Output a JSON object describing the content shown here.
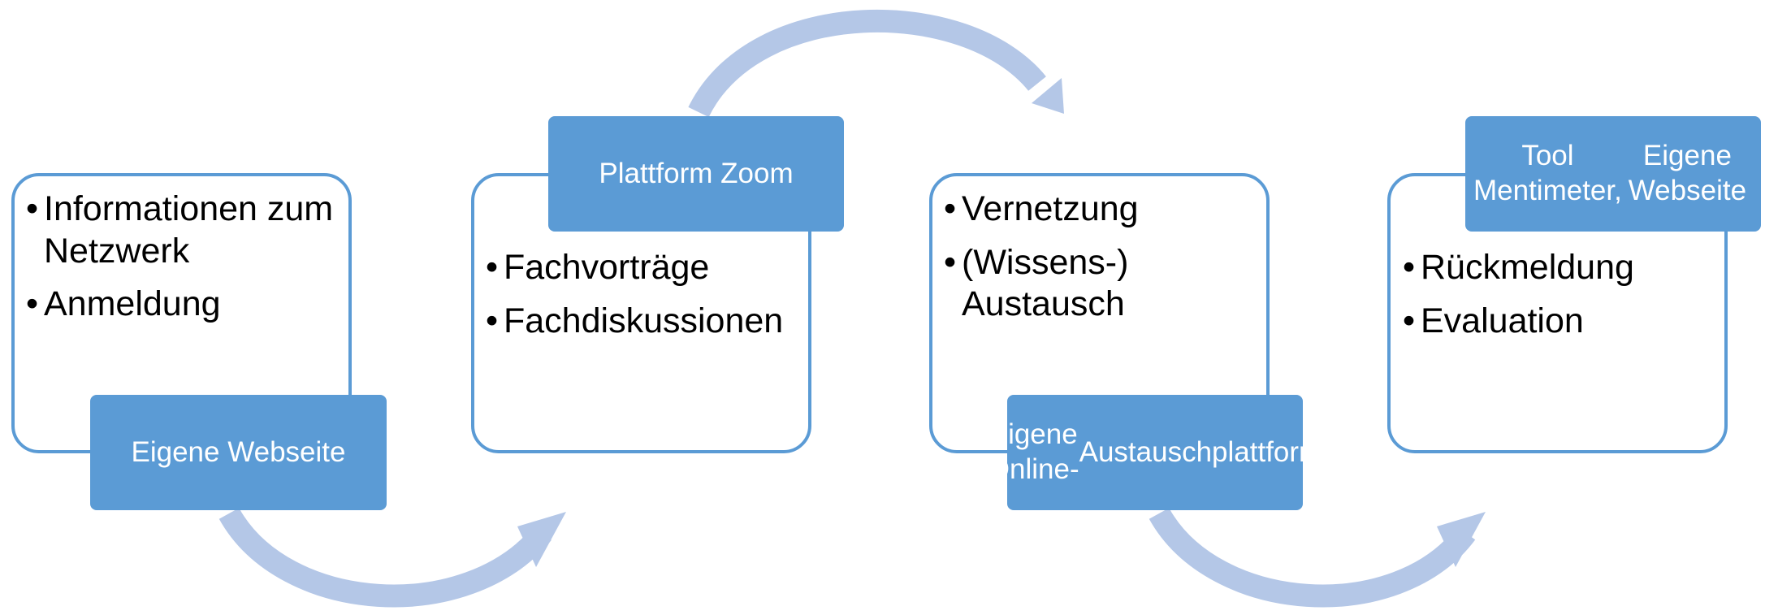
{
  "colors": {
    "border": "#5b9bd5",
    "label_fill": "#5b9bd5",
    "arrow": "#b4c7e7",
    "label_text": "#ffffff",
    "bullet_text": "#000000"
  },
  "steps": [
    {
      "bullets": [
        "Informationen zum Netzwerk",
        "Anmeldung"
      ],
      "label_lines": [
        "Eigene Webseite"
      ]
    },
    {
      "bullets": [
        "Fachvorträge",
        "Fachdiskussionen"
      ],
      "label_lines": [
        "Plattform Zoom"
      ]
    },
    {
      "bullets": [
        "Vernetzung",
        "(Wissens-) Austausch"
      ],
      "label_lines": [
        "Eigene Online-",
        "Austauschplattform"
      ]
    },
    {
      "bullets": [
        "Rückmeldung",
        "Evaluation"
      ],
      "label_lines": [
        "Tool Mentimeter,",
        "Eigene Webseite"
      ]
    }
  ]
}
